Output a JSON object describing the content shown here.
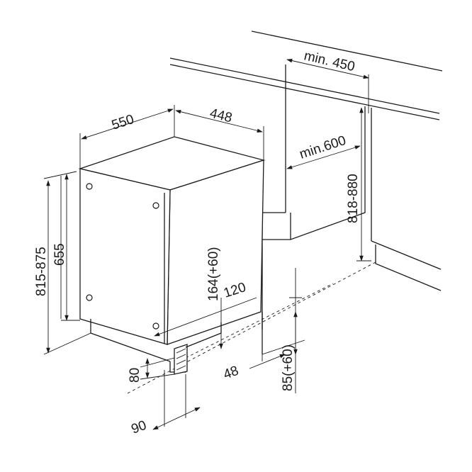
{
  "diagram": {
    "dimensions": {
      "width_550": "550",
      "width_448": "448",
      "height_815_875": "815-875",
      "height_655": "655",
      "min_450": "min. 450",
      "min_600": "min.600",
      "niche_818_880": "818-880",
      "plinth_164": "164(+60)",
      "plinth_120": "120",
      "foot_80": "80",
      "foot_90": "90",
      "gap_48": "48",
      "plinth_85": "85(+60)"
    }
  }
}
